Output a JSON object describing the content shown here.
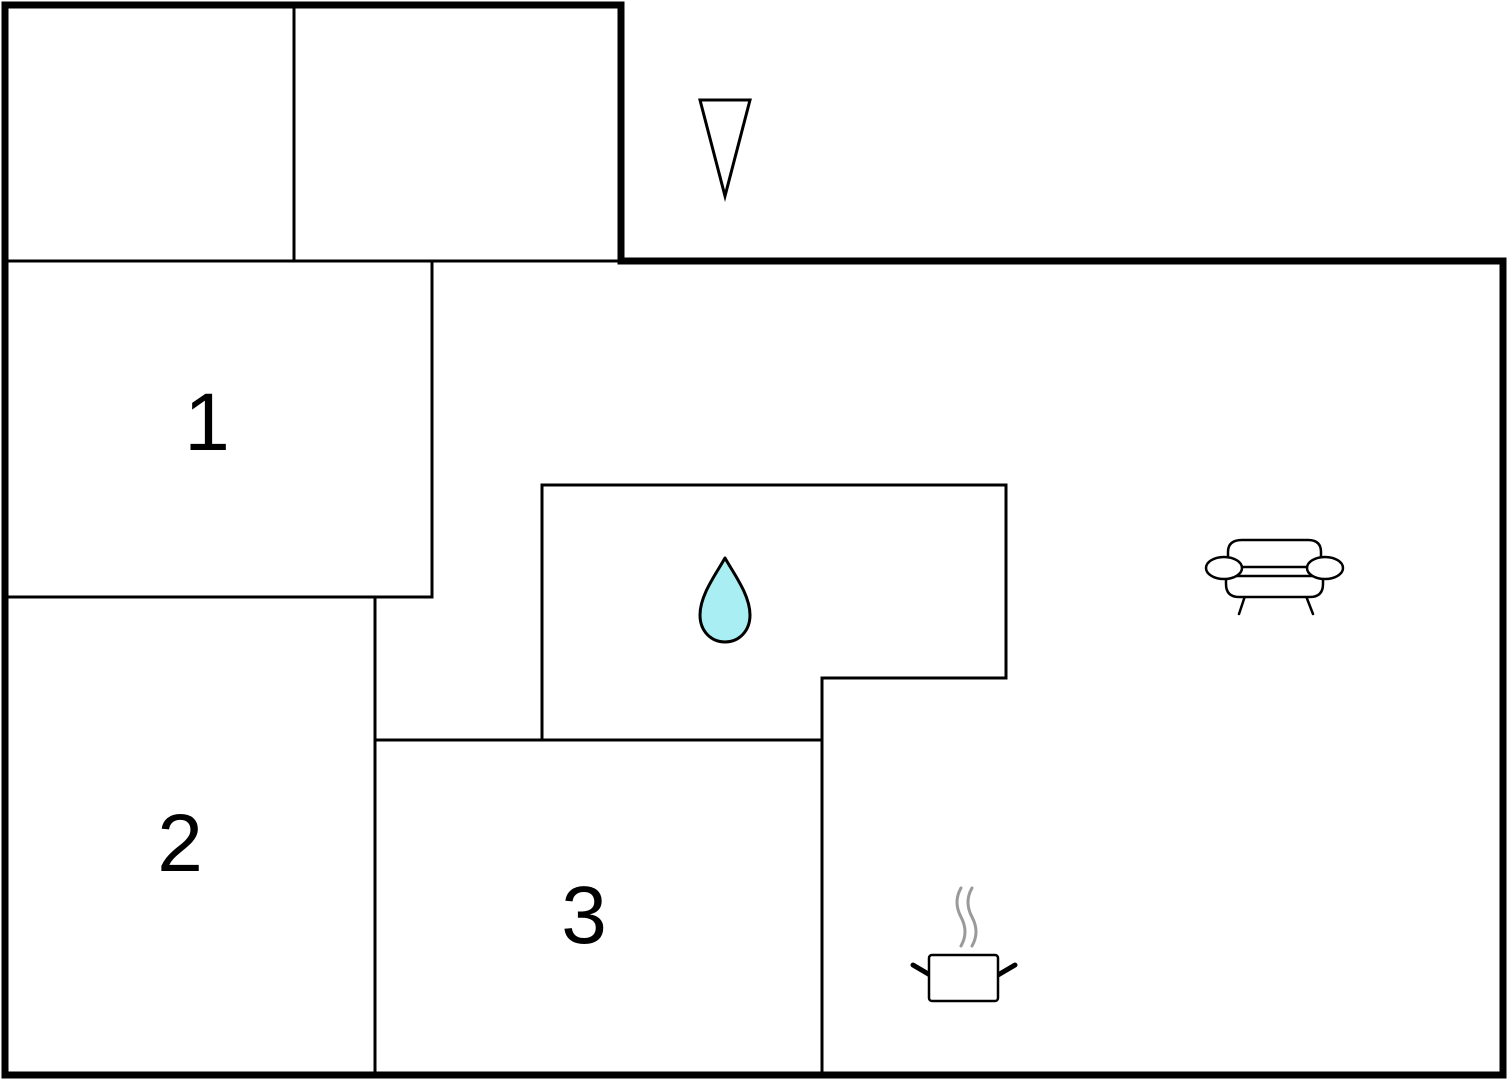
{
  "floorplan": {
    "rooms": [
      {
        "id": "bedroom-1",
        "label": "1"
      },
      {
        "id": "bedroom-2",
        "label": "2"
      },
      {
        "id": "bedroom-3",
        "label": "3"
      }
    ],
    "icons": [
      {
        "name": "entrance-marker-icon",
        "meaning": "entrance"
      },
      {
        "name": "water-drop-icon",
        "meaning": "bathroom",
        "color": "#a8eef2"
      },
      {
        "name": "sofa-icon",
        "meaning": "living room"
      },
      {
        "name": "cooking-pot-icon",
        "meaning": "kitchen"
      }
    ],
    "colors": {
      "walls": "#000000",
      "background": "#ffffff",
      "water_drop": "#a8eef2",
      "steam": "#9a9a9a"
    }
  }
}
